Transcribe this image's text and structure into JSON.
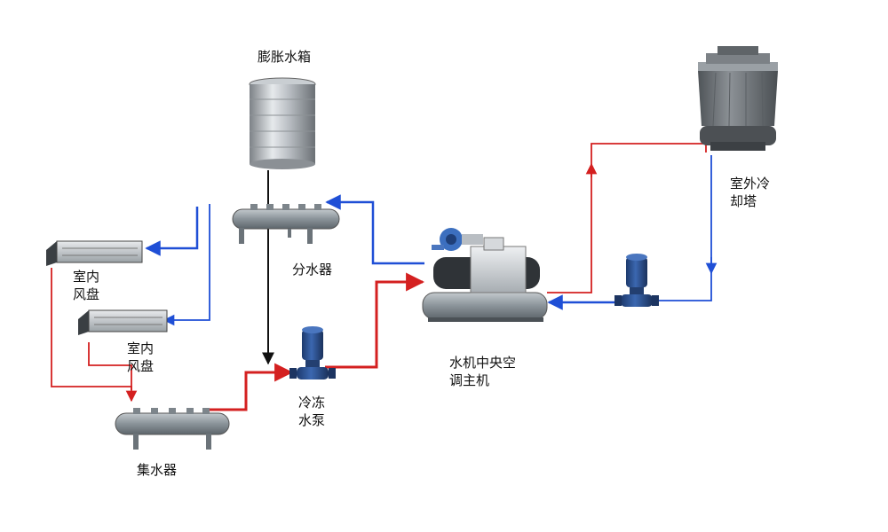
{
  "labels": {
    "expansion_tank": "膨胀水箱",
    "water_distributor": "分水器",
    "indoor_fan_coil_1": [
      "室内",
      "风盘"
    ],
    "indoor_fan_coil_2": [
      "室内",
      "风盘"
    ],
    "water_collector": "集水器",
    "chilled_water_pump": [
      "冷冻",
      "水泵"
    ],
    "chiller_main_unit": [
      "水机中央空",
      "调主机"
    ],
    "cooling_tower": [
      "室外冷",
      "却塔"
    ]
  },
  "colors": {
    "supply_pipe": "#1f4fd6",
    "return_pipe": "#d42020",
    "tank_line": "#111111",
    "pump_body": "#2a4f8f",
    "manifold": "#8a9399",
    "cooling_tower": "#6f7478"
  }
}
